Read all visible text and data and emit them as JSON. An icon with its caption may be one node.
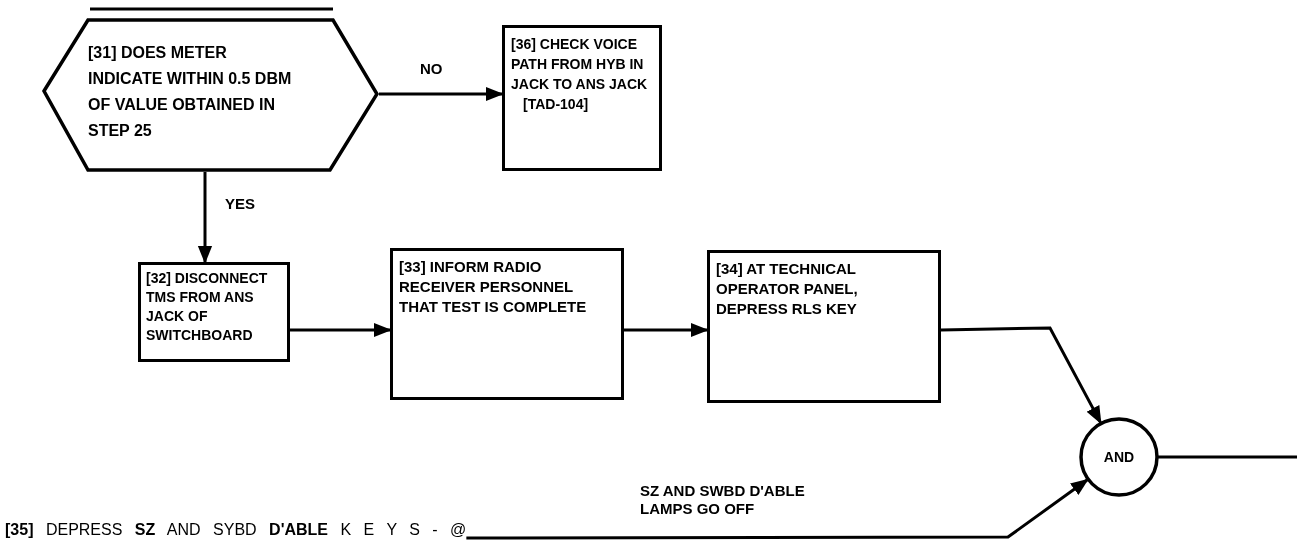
{
  "diagram": {
    "nodes": [
      {
        "text": [
          "[31] DOES METER INDICATE WITHIN 0.5 DBM OF VALUE OBTAINED IN STEP 25"
        ]
      },
      {
        "text": [
          "[36] CHECK VOICE PATH FROM HYB IN JACK TO ANS JACK",
          "[TAD-104]"
        ]
      },
      {
        "text": [
          "[32] DISCONNECT TMS FROM ANS JACK OF SWITCHBOARD"
        ]
      },
      {
        "text": [
          "[33] INFORM RADIO RECEIVER PERSONNEL THAT TEST IS COMPLETE"
        ]
      },
      {
        "text": [
          "[34] AT TECHNICAL OPERATOR PANEL, DEPRESS RLS KEY"
        ]
      },
      {
        "text": [
          "AND"
        ]
      },
      {
        "text": [
          "**[35]** DEPRESS **SZ** AND SYBD **D'ABLE** K E Y S - @"
        ]
      }
    ],
    "edges": [
      {
        "from": 0,
        "to": 1,
        "arrow": "to",
        "label": "NO"
      },
      {
        "from": 0,
        "to": 2,
        "arrow": "to",
        "label": "YES"
      },
      {
        "from": 2,
        "to": 3,
        "arrow": "to"
      },
      {
        "from": 3,
        "to": 4,
        "arrow": "to"
      },
      {
        "from": 4,
        "to": 5,
        "arrow": "to"
      },
      {
        "from": 6,
        "to": 5,
        "arrow": "to",
        "label": "**SZ** AND **SWBD D'ABLE** **LAMPS** GO OFF"
      },
      {
        "from": 5,
        "to": null,
        "arrow": "none"
      }
    ]
  }
}
